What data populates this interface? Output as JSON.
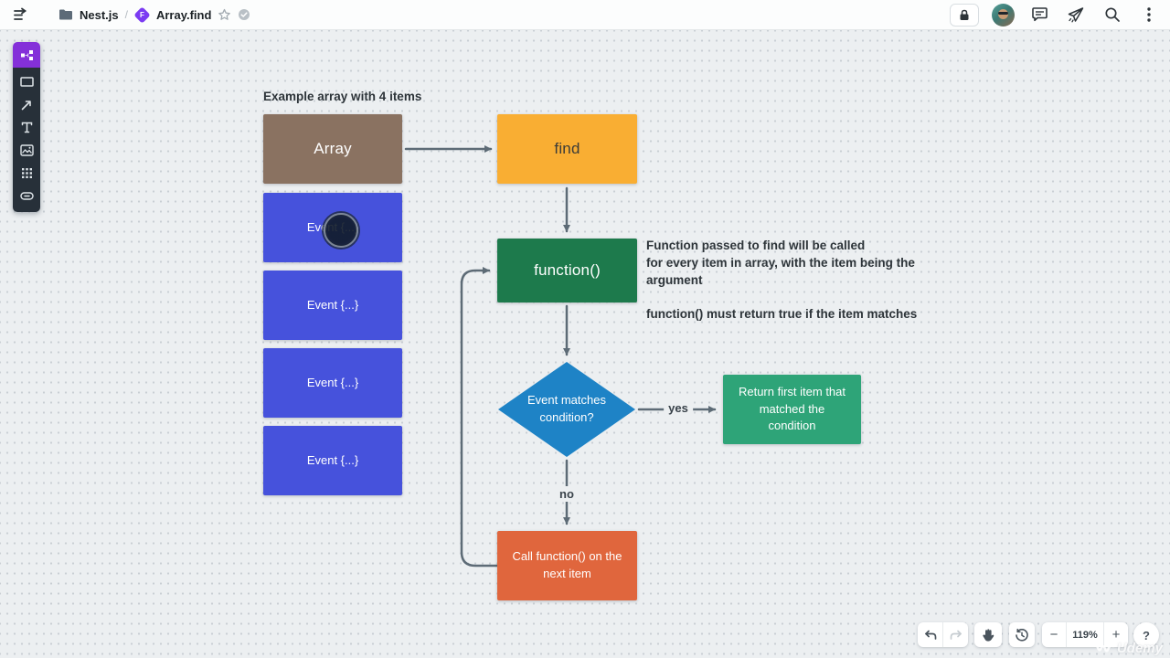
{
  "topbar": {
    "breadcrumb": {
      "workspace": "Nest.js",
      "separator": "/",
      "board": "Array.find"
    },
    "icons": [
      "sidebar-toggle",
      "folder",
      "board-flowchart",
      "star",
      "verified",
      "lock",
      "avatar",
      "comment",
      "share-plane",
      "search",
      "kebab-menu"
    ]
  },
  "toolbar": {
    "icons": [
      "flowchart-nodes",
      "rectangle-tool",
      "arrow-tool",
      "text-tool",
      "image-tool",
      "shapes-grid",
      "link-tool"
    ],
    "accent_color": "#8430d9",
    "panel_color": "#273039"
  },
  "canvas": {
    "note": "Example array with 4 items",
    "nodes": {
      "array": {
        "label": "Array",
        "color": "#8a7261"
      },
      "find": {
        "label": "find",
        "color": "#f9ae33"
      },
      "events": [
        {
          "label": "Event {...}"
        },
        {
          "label": "Event {...}"
        },
        {
          "label": "Event {...}"
        },
        {
          "label": "Event {...}"
        }
      ],
      "event_color": "#4652dc",
      "function": {
        "label": "function()",
        "color": "#1d7a4c"
      },
      "decision": {
        "label": "Event matches condition?",
        "color": "#1e83c6"
      },
      "return": {
        "label": "Return first item that matched the condition",
        "color": "#2ea478"
      },
      "call": {
        "label": "Call function() on the next item",
        "color": "#e0663d"
      }
    },
    "annotations": {
      "function_note": "Function passed to find will be called\nfor every item in array, with the item being the\nargument",
      "function_rule": "function() must return true if the item matches"
    },
    "edge_labels": {
      "yes": "yes",
      "no": "no"
    },
    "arrow_color": "#5d6b76"
  },
  "controls": {
    "zoom_out": "−",
    "zoom_level": "119%",
    "zoom_in": "+",
    "help": "?"
  },
  "watermark": "Udemy"
}
